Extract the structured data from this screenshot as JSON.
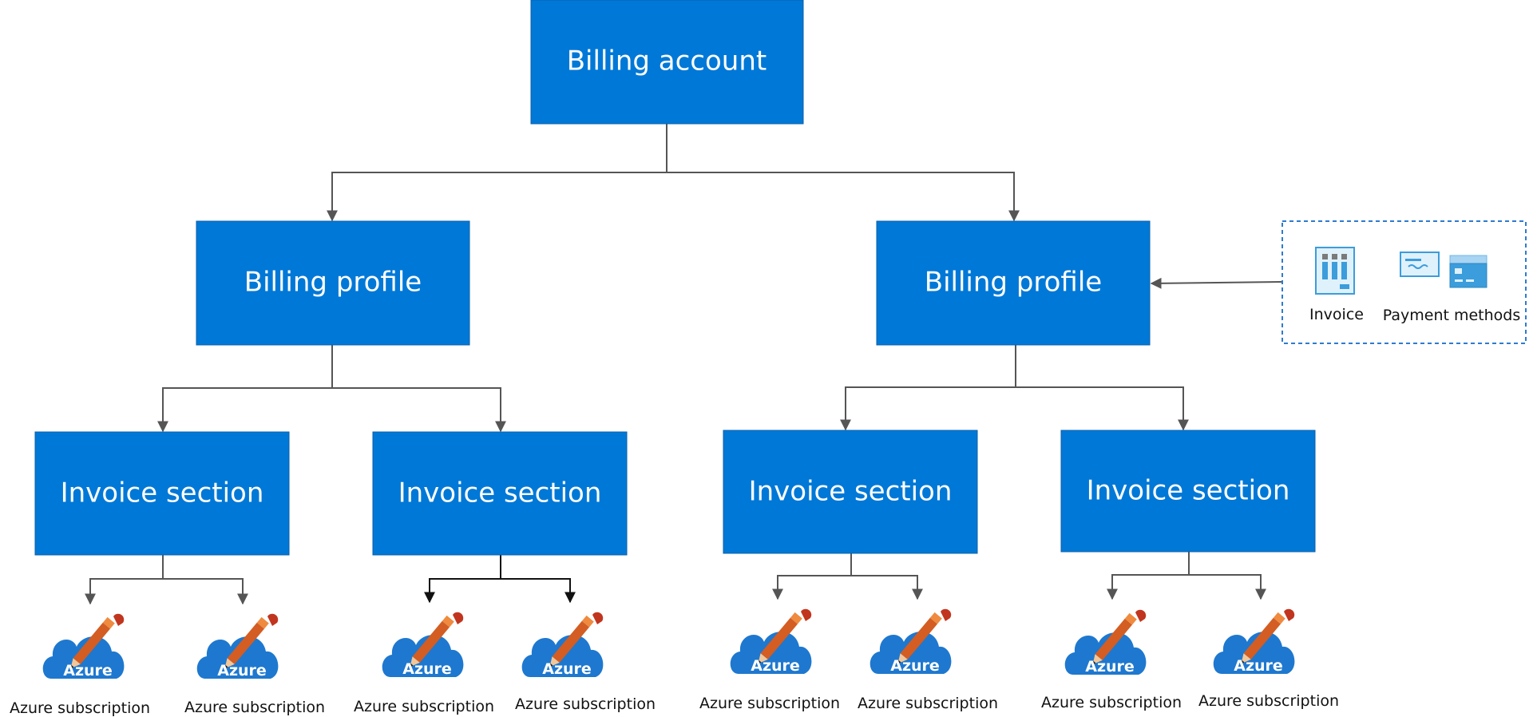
{
  "nodes": {
    "billing_account": "Billing account",
    "billing_profile_left": "Billing profile",
    "billing_profile_right": "Billing profile",
    "invoice_section_1": "Invoice section",
    "invoice_section_2": "Invoice section",
    "invoice_section_3": "Invoice section",
    "invoice_section_4": "Invoice section"
  },
  "subscriptions": {
    "caption": "Azure subscription",
    "icon_label": "Azure",
    "icon": "azure-cloud-pencil-icon"
  },
  "legend": {
    "invoice_label": "Invoice",
    "payment_label": "Payment methods",
    "invoice_icon": "invoice-icon",
    "payment_icon": "payment-cards-icon"
  },
  "colors": {
    "node_fill": "#0078D7",
    "connector": "#555555",
    "cloud": "#1E78CF",
    "pencil": "#D35D22",
    "legend_border": "#2E7BCF"
  }
}
